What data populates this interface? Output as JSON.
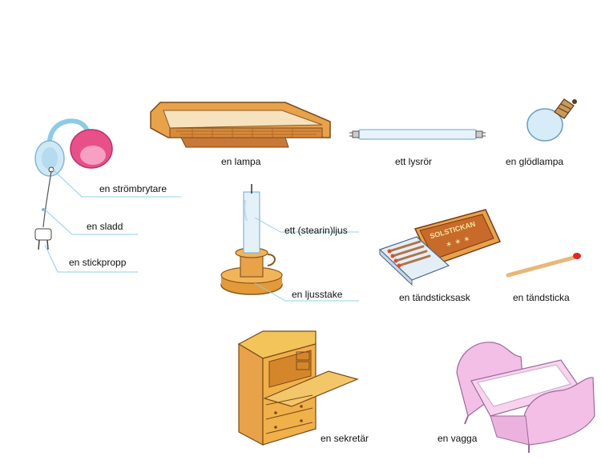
{
  "labels": {
    "strombrytare": "en strömbrytare",
    "sladd": "en sladd",
    "stickpropp": "en stickpropp",
    "lampa": "en lampa",
    "lysror": "ett lysrör",
    "glodlampa": "en glödlampa",
    "stearinljus": "ett (stearin)ljus",
    "ljusstake": "en ljusstake",
    "tandsticksask": "en tändsticksask",
    "tandsticka": "en tändsticka",
    "sekretar": "en sekretär",
    "vagga": "en vagga"
  },
  "box_text": "SOLSTICKAN",
  "colors": {
    "leader_line": "#8fd0ea",
    "wood": "#e8a24a",
    "shade_pink": "#e8508a",
    "cradle_pink": "#f3bfe6",
    "lamp_blue": "#cfe8f6"
  }
}
